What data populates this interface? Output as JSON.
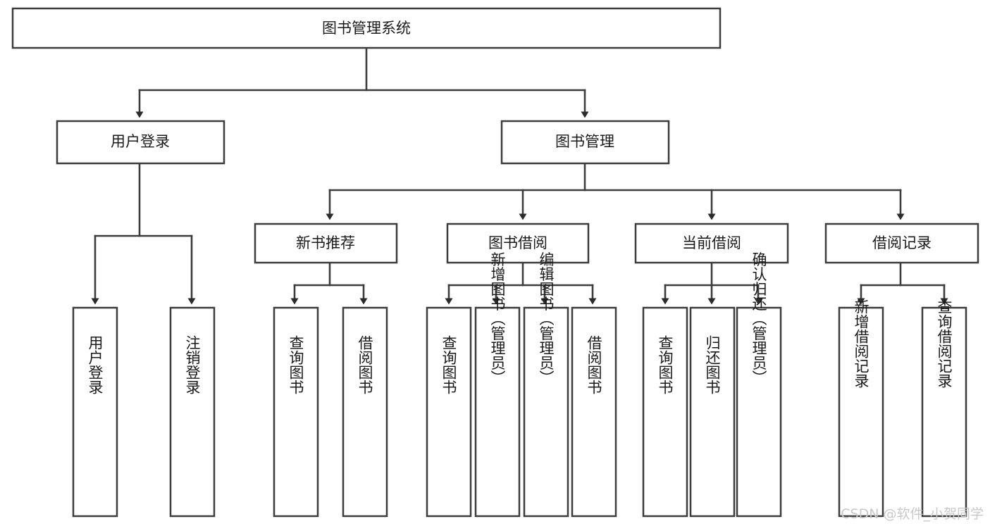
{
  "diagram": {
    "type": "tree-hierarchy-chart",
    "title": "图书管理系统",
    "orientation": "top-down",
    "colors": {
      "box_stroke": "#3c3c3c",
      "box_fill": "#ffffff",
      "edge": "#3c3c3c",
      "text": "#1a1a1a",
      "watermark": "#c9c9c9",
      "background": "#ffffff"
    },
    "nodes": {
      "root": {
        "label": "图书管理系统"
      },
      "level1": [
        {
          "id": "user-login",
          "label": "用户登录"
        },
        {
          "id": "book-management",
          "label": "图书管理"
        }
      ],
      "level2": [
        {
          "id": "new-book-recommend",
          "label": "新书推荐"
        },
        {
          "id": "book-borrow",
          "label": "图书借阅"
        },
        {
          "id": "current-borrow",
          "label": "当前借阅"
        },
        {
          "id": "borrow-record",
          "label": "借阅记录"
        }
      ],
      "leaves": {
        "user-login": [
          {
            "id": "leaf-user-login",
            "label": "用户登录"
          },
          {
            "id": "leaf-logout-login",
            "label": "注销登录"
          }
        ],
        "new-book-recommend": [
          {
            "id": "leaf-query-book-1",
            "label": "查询图书"
          },
          {
            "id": "leaf-borrow-book-1",
            "label": "借阅图书"
          }
        ],
        "book-borrow": [
          {
            "id": "leaf-query-book-2",
            "label": "查询图书"
          },
          {
            "id": "leaf-add-book",
            "label": "新增图书（管理员）"
          },
          {
            "id": "leaf-edit-book",
            "label": "编辑图书（管理员）"
          },
          {
            "id": "leaf-borrow-book-2",
            "label": "借阅图书"
          }
        ],
        "current-borrow": [
          {
            "id": "leaf-query-book-3",
            "label": "查询图书"
          },
          {
            "id": "leaf-return-book",
            "label": "归还图书"
          },
          {
            "id": "leaf-confirm-return",
            "label": "确认归还（管理员）"
          }
        ],
        "borrow-record": [
          {
            "id": "leaf-add-record",
            "label": "新增借阅记录"
          },
          {
            "id": "leaf-query-record",
            "label": "查询借阅记录"
          }
        ]
      }
    },
    "watermark": "CSDN @软件_小贺同学"
  }
}
